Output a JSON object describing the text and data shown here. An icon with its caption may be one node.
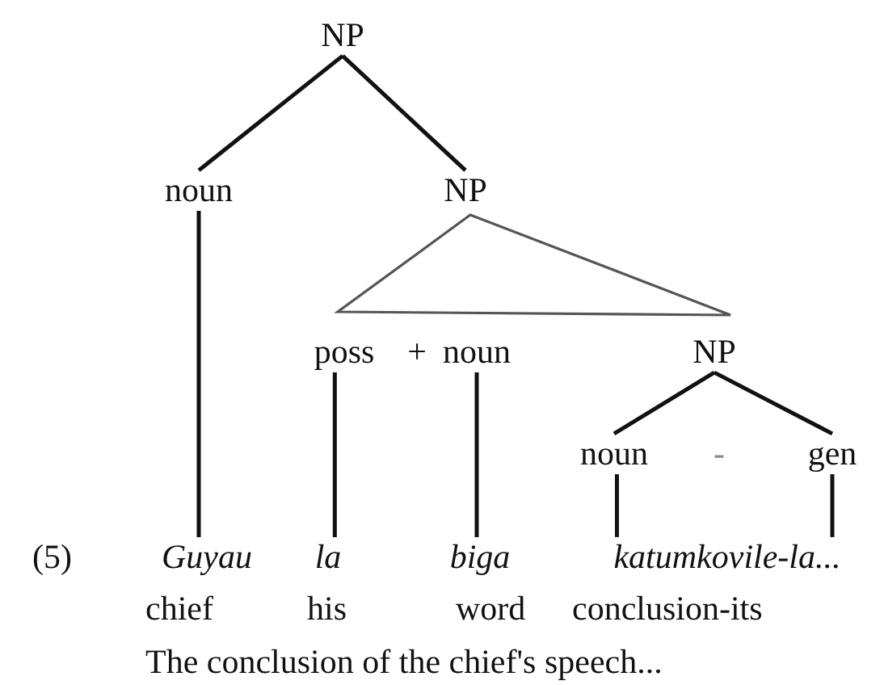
{
  "diagram": {
    "nodes": [
      {
        "text": [
          "NP"
        ]
      },
      {
        "text": [
          "noun"
        ]
      },
      {
        "text": [
          "NP"
        ]
      },
      {
        "text": [],
        "shape": "triangle"
      },
      {
        "text": [
          "poss"
        ]
      },
      {
        "text": [
          "noun"
        ]
      },
      {
        "text": [
          "NP"
        ]
      },
      {
        "text": [
          "noun"
        ]
      },
      {
        "text": [
          "gen"
        ]
      },
      {
        "text": [
          "Guyau"
        ]
      },
      {
        "text": [
          "la"
        ]
      },
      {
        "text": [
          "biga"
        ]
      },
      {
        "text": [
          "katumkovile-la..."
        ]
      }
    ],
    "edges": [
      {
        "from": 0,
        "to": 1,
        "arrow": "none"
      },
      {
        "from": 0,
        "to": 2,
        "arrow": "none"
      },
      {
        "from": 1,
        "to": 9,
        "arrow": "none"
      },
      {
        "from": 4,
        "to": 10,
        "arrow": "none"
      },
      {
        "from": 5,
        "to": 11,
        "arrow": "none"
      },
      {
        "from": 6,
        "to": 7,
        "arrow": "none"
      },
      {
        "from": 6,
        "to": 8,
        "arrow": "none"
      },
      {
        "from": 7,
        "to": 12,
        "arrow": "none"
      },
      {
        "from": 8,
        "to": 12,
        "arrow": "none"
      }
    ],
    "labels": [
      "+",
      "-",
      "(5)",
      "chief",
      "his",
      "word",
      "conclusion-its",
      "The conclusion of the chief's speech..."
    ]
  }
}
